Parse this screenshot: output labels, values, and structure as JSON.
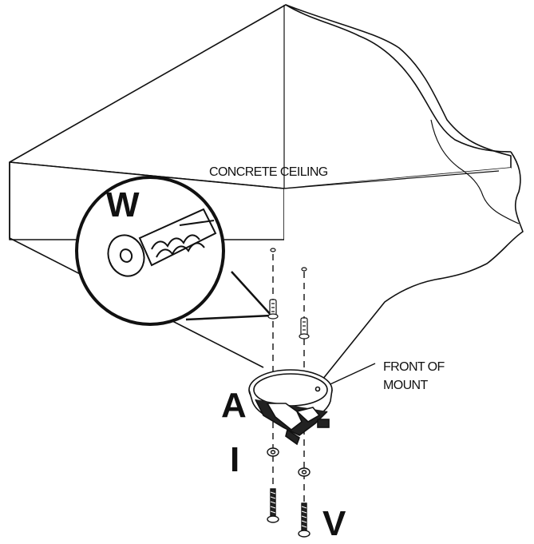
{
  "labels": {
    "ceiling": "CONCRETE CEILING",
    "front_line1": "FRONT OF",
    "front_line2": "MOUNT",
    "callout_w": "W",
    "callout_a": "A",
    "callout_i": "I",
    "callout_v": "V"
  },
  "colors": {
    "ink": "#111111",
    "paper": "#ffffff"
  },
  "icons": {
    "anchor": "wall-anchor-icon",
    "mount": "ceiling-mount-icon",
    "screw": "screw-icon",
    "washer": "washer-icon"
  }
}
